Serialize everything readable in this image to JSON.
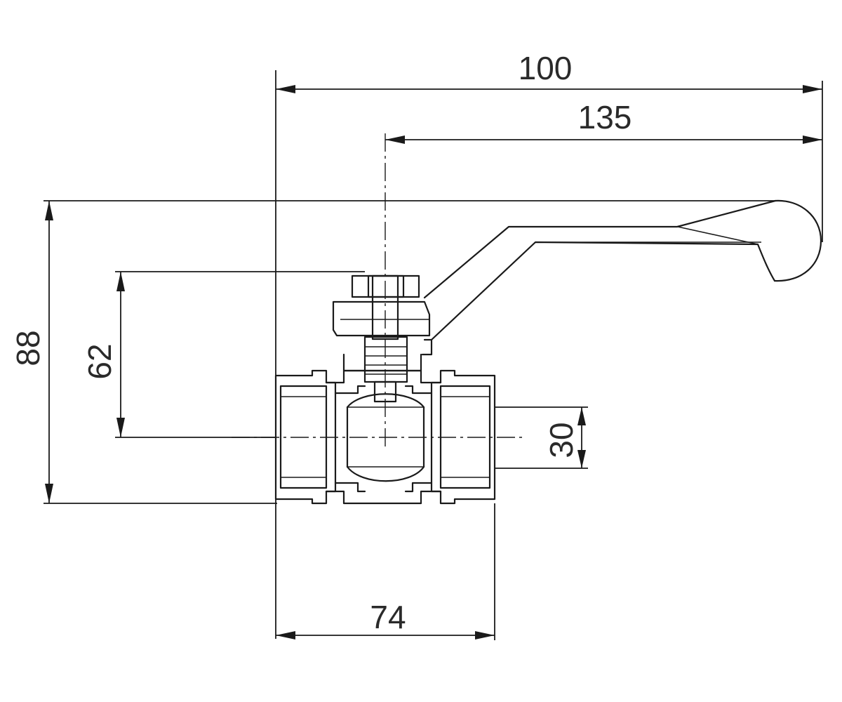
{
  "drawing": {
    "subject": "ball valve with lever handle",
    "dimensions": {
      "overall_width": "100",
      "handle_reach": "135",
      "total_height": "88",
      "axis_to_stem_top": "62",
      "half_height": "30",
      "body_length": "74"
    },
    "line_color": "#1a1a1a",
    "text_color": "#2a2a2a"
  }
}
